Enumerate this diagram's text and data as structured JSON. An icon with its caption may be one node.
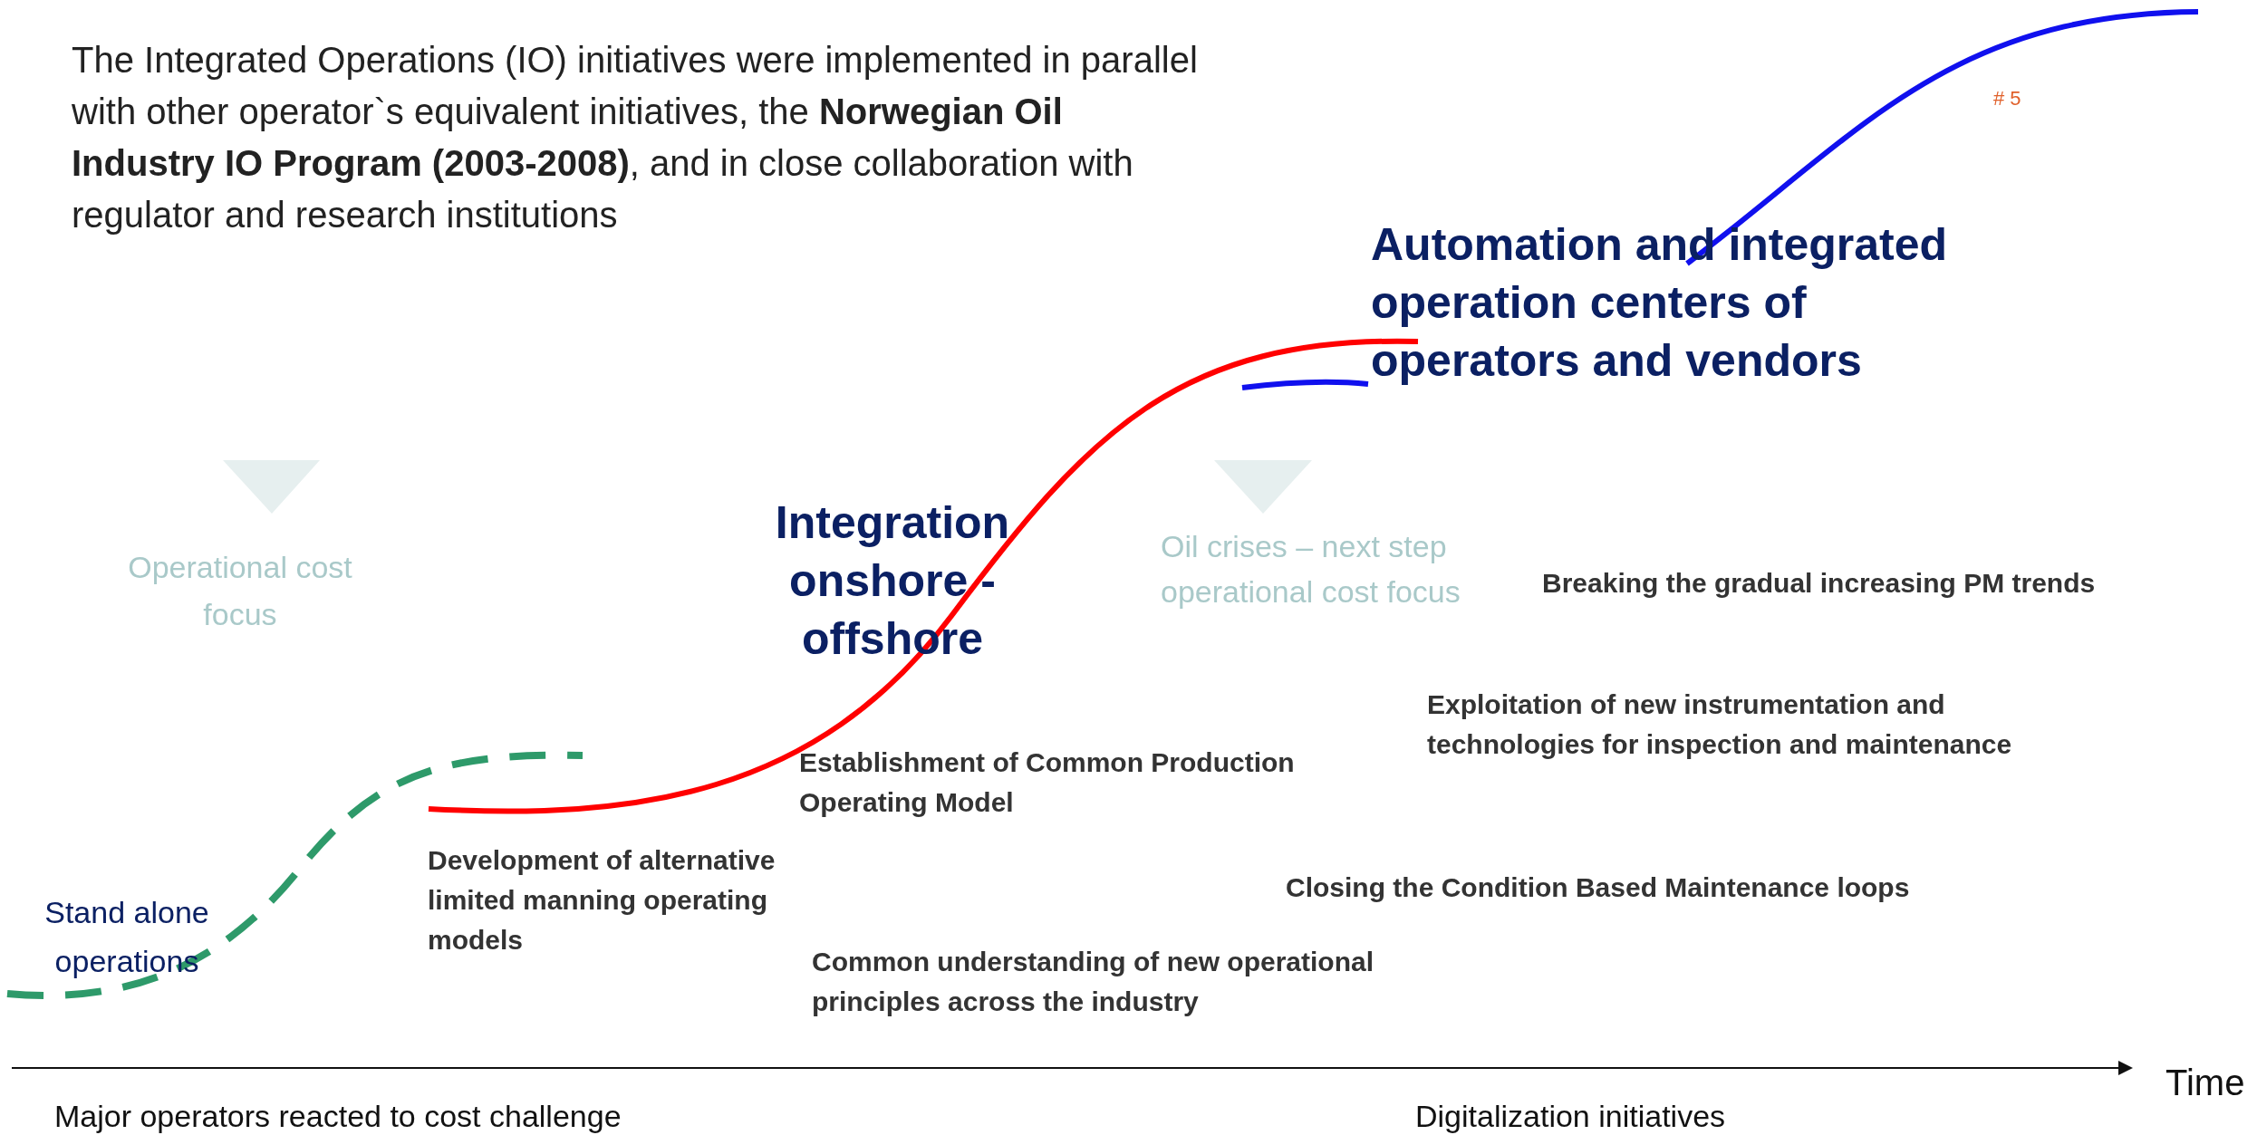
{
  "diagram": {
    "labels": [
      "The Integrated Operations (IO) initiatives were implemented in parallel with other operator`s equivalent initiatives, the **Norwegian Oil Industry IO Program (2003-2008)**, and in close collaboration with regulator and research institutions",
      "# 5",
      "Automation and integrated operation centers of operators and vendors",
      "Integration onshore - offshore",
      "Operational cost focus",
      "Oil crises – next step operational cost focus",
      "Breaking the gradual increasing PM trends",
      "Exploitation of new instrumentation and technologies for inspection and maintenance",
      "Establishment of Common Production Operating Model",
      "Development of alternative limited manning operating models",
      "Closing the Condition Based Maintenance loops",
      "Stand alone operations",
      "Common understanding of new operational principles across the industry",
      "Time",
      "Major operators reacted to cost challenge",
      "Digitalization initiatives"
    ]
  }
}
